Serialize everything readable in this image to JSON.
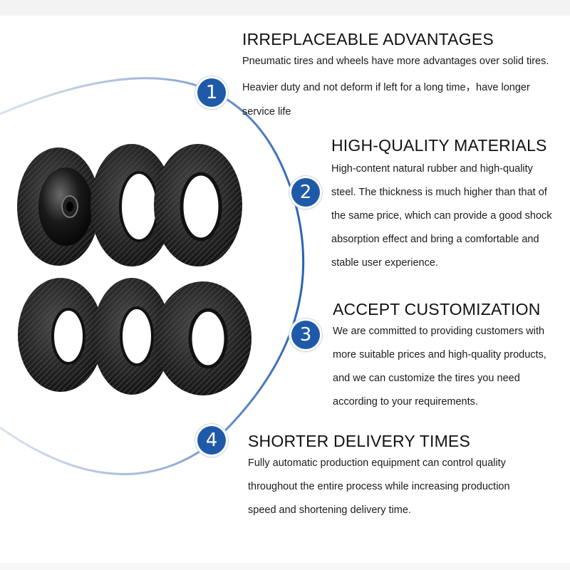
{
  "sections": [
    {
      "number": "1",
      "heading": "IRREPLACEABLE ADVANTAGES",
      "lines": [
        "Pneumatic tires and wheels have more advantages over solid tires.",
        "Heavier duty and not deform if left for a long time，have longer",
        "service life"
      ]
    },
    {
      "number": "2",
      "heading": "HIGH-QUALITY MATERIALS",
      "lines": [
        "High-content natural rubber and high-quality",
        "steel. The thickness is much higher than that of",
        "the same price, which can provide a good shock",
        "absorption effect and bring a comfortable and",
        "stable user experience."
      ]
    },
    {
      "number": "3",
      "heading": "ACCEPT CUSTOMIZATION",
      "lines": [
        "We are committed to providing customers with",
        "more suitable prices and high-quality products,",
        "and we can customize the tires you need",
        "according to your requirements."
      ]
    },
    {
      "number": "4",
      "heading": "SHORTER DELIVERY TIMES",
      "lines": [
        "Fully automatic production equipment can control quality",
        "throughout the entire process while increasing production",
        "speed and shortening delivery time."
      ]
    }
  ],
  "colors": {
    "badge": "#1f5aa8",
    "arc": "#2a63b5",
    "text": "#1b1b1b"
  },
  "image": {
    "subject": "six black pneumatic tires, one mounted on a black steel wheel"
  }
}
